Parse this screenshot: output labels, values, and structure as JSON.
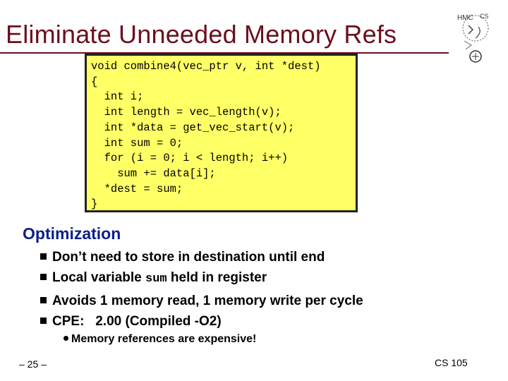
{
  "title": "Eliminate Unneeded Memory Refs",
  "logo": {
    "text_top": "HMC",
    "text_cs": "CS"
  },
  "code": {
    "lines": [
      "void combine4(vec_ptr v, int *dest)",
      "{",
      "  int i;",
      "  int length = vec_length(v);",
      "  int *data = get_vec_start(v);",
      "  int sum = 0;",
      "  for (i = 0; i < length; i++)",
      "    sum += data[i];",
      "  *dest = sum;",
      "}"
    ]
  },
  "section_heading": "Optimization",
  "bullets": [
    {
      "text": "Don’t need to store in destination until end"
    },
    {
      "pre": "Local variable ",
      "code": "sum",
      "post": " held in register"
    },
    {
      "text": "Avoids 1 memory read, 1 memory write per cycle"
    },
    {
      "text": "CPE:   2.00 (Compiled -O2)"
    }
  ],
  "sub_bullet": "Memory references are expensive!",
  "footer": {
    "page": "– 25 –",
    "course": "CS 105"
  },
  "colors": {
    "title": "#6b0f1e",
    "heading": "#0b1f8a",
    "code_bg": "#ffff66"
  }
}
